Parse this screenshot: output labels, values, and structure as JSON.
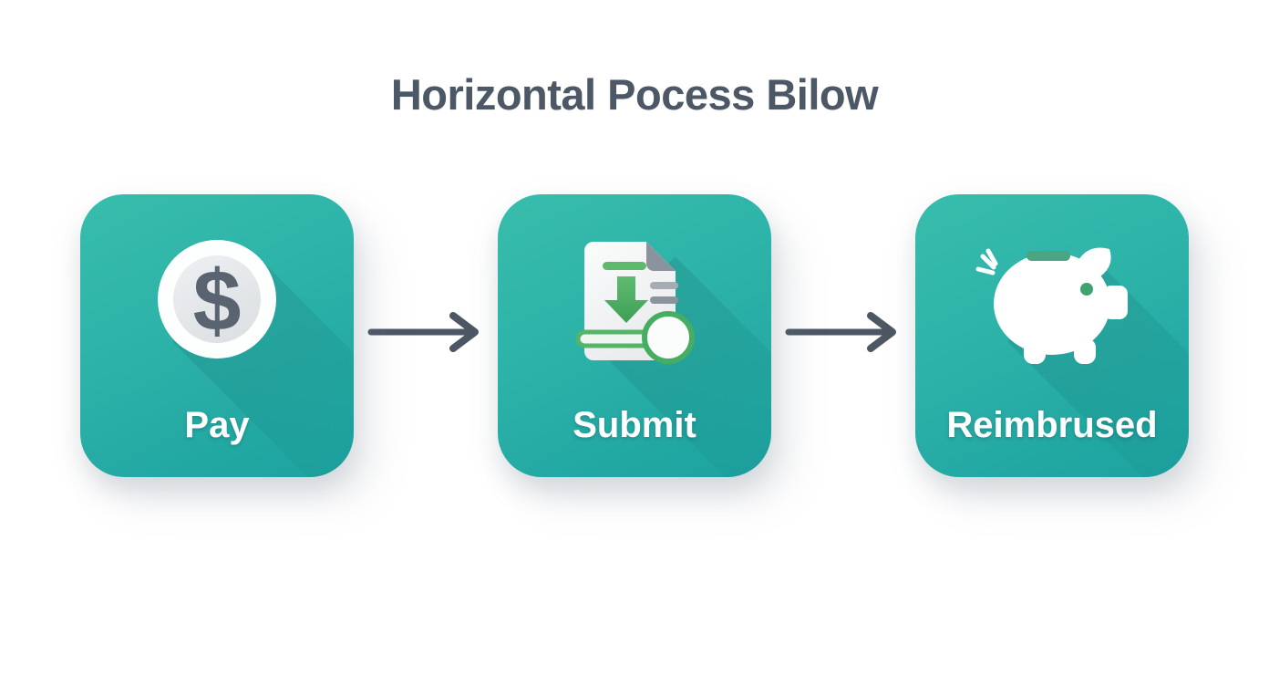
{
  "title": "Horizontal Pocess Bilow",
  "steps": [
    {
      "label": "Pay",
      "icon": "dollar-coin-icon"
    },
    {
      "label": "Submit",
      "icon": "document-submit-icon"
    },
    {
      "label": "Reimbrused",
      "icon": "piggy-bank-icon"
    }
  ],
  "connectors": [
    {
      "icon": "arrow-right-icon"
    },
    {
      "icon": "arrow-right-icon"
    }
  ],
  "colors": {
    "background": "#ffffff",
    "title_text": "#4c5866",
    "arrow": "#4d5663",
    "card_gradient_top": "#38bdac",
    "card_gradient_bottom": "#1ca2a0",
    "step_label_text": "#ffffff",
    "coin_dollar_glyph": "#5a6470",
    "coin_inner": "#e6e9ec",
    "document_fold_gray": "#8b949c",
    "document_line_gray": "#99a1a9",
    "icon_green": "#55b469",
    "piggy_slot_green": "#4aa583",
    "piggy_eye_green": "#3fa36f"
  }
}
